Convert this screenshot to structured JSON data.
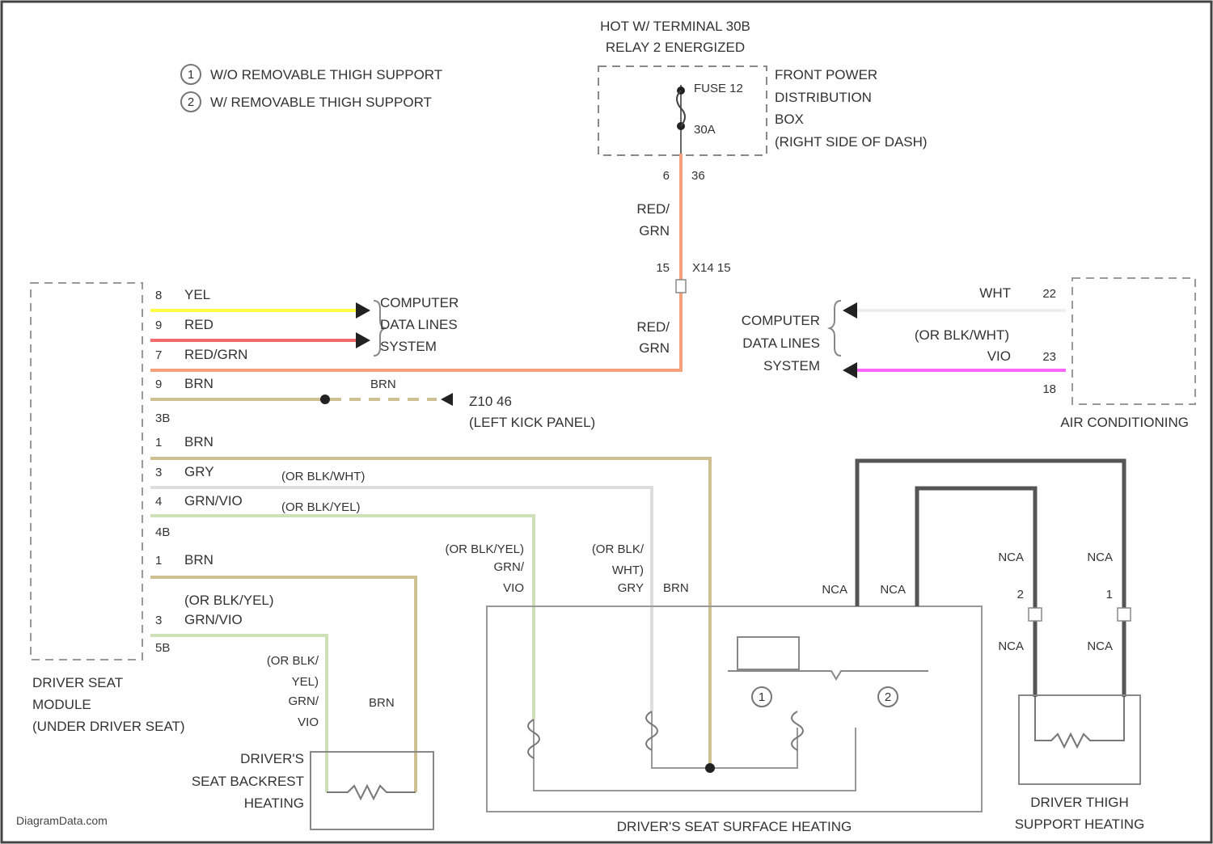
{
  "title": {
    "line1": "HOT W/ TERMINAL 30B",
    "line2": "RELAY 2 ENERGIZED"
  },
  "legend": [
    {
      "marker": "1",
      "text": "W/O REMOVABLE THIGH SUPPORT"
    },
    {
      "marker": "2",
      "text": "W/ REMOVABLE THIGH SUPPORT"
    }
  ],
  "fuse_box": {
    "fuse_label": "FUSE 12",
    "fuse_rating": "30A",
    "name_lines": [
      "FRONT POWER",
      "DISTRIBUTION",
      "BOX",
      "(RIGHT SIDE OF DASH)"
    ],
    "pin_left": "6",
    "pin_right": "36"
  },
  "connectors": {
    "x14_pin": "15",
    "x14_label": "X14 15",
    "ground": "Z10 46",
    "ground_location": "(LEFT KICK PANEL)"
  },
  "wire_colors": {
    "yel": "#ffff44",
    "red": "#f06a6a",
    "red_grn": "#f4a07a",
    "brn": "#cfc093",
    "gry": "#dddddd",
    "grn_vio": "#cde0b8",
    "wht": "#eeeeee",
    "vio": "#ff66ff",
    "nca": "#555555",
    "outline": "#777777"
  },
  "wire_labels": {
    "red_grn_top": [
      "RED/",
      "GRN"
    ],
    "red_grn_mid": [
      "RED/",
      "GRN"
    ],
    "brn": "BRN",
    "or_blk_wht_gry": "(OR BLK/WHT)",
    "or_blk_yel_1": "(OR BLK/YEL)",
    "center_left": [
      "(OR BLK/YEL)",
      "GRN/",
      "VIO"
    ],
    "center_mid": [
      "(OR BLK/",
      "WHT)",
      "GRY"
    ],
    "center_brn": "BRN",
    "backrest_left": [
      "(OR BLK/",
      "YEL)",
      "GRN/",
      "VIO"
    ],
    "backrest_brn": "BRN",
    "nca": "NCA"
  },
  "driver_module": {
    "pins": [
      {
        "num": "8",
        "color": "YEL"
      },
      {
        "num": "9",
        "color": "RED"
      },
      {
        "num": "7",
        "color": "RED/GRN"
      },
      {
        "num": "9",
        "color": "BRN"
      },
      {
        "num": "3B",
        "color": ""
      },
      {
        "num": "1",
        "color": "BRN"
      },
      {
        "num": "3",
        "color": "GRY"
      },
      {
        "num": "4",
        "color": "GRN/VIO"
      },
      {
        "num": "4B",
        "color": ""
      },
      {
        "num": "1",
        "color": "BRN"
      },
      {
        "num": "(OR BLK/YEL)",
        "color": ""
      },
      {
        "num": "3",
        "color": "GRN/VIO"
      },
      {
        "num": "5B",
        "color": ""
      }
    ],
    "name_lines": [
      "DRIVER SEAT",
      "MODULE",
      "(UNDER DRIVER SEAT)"
    ]
  },
  "data_lines_left": [
    "COMPUTER",
    "DATA LINES",
    "SYSTEM"
  ],
  "data_lines_right": [
    "COMPUTER",
    "DATA LINES",
    "SYSTEM"
  ],
  "ac_module": {
    "pins": [
      {
        "num": "22",
        "color": "WHT"
      },
      {
        "num": "23",
        "color": "VIO"
      },
      {
        "num": "18",
        "color": ""
      }
    ],
    "alt": "(OR BLK/WHT)",
    "name": "AIR CONDITIONING"
  },
  "thigh": {
    "pin_left": "2",
    "pin_right": "1",
    "name_lines": [
      "DRIVER THIGH",
      "SUPPORT HEATING"
    ]
  },
  "backrest_name": [
    "DRIVER'S",
    "SEAT BACKREST",
    "HEATING"
  ],
  "surface_name": "DRIVER'S SEAT SURFACE HEATING",
  "site": "DiagramData.com"
}
